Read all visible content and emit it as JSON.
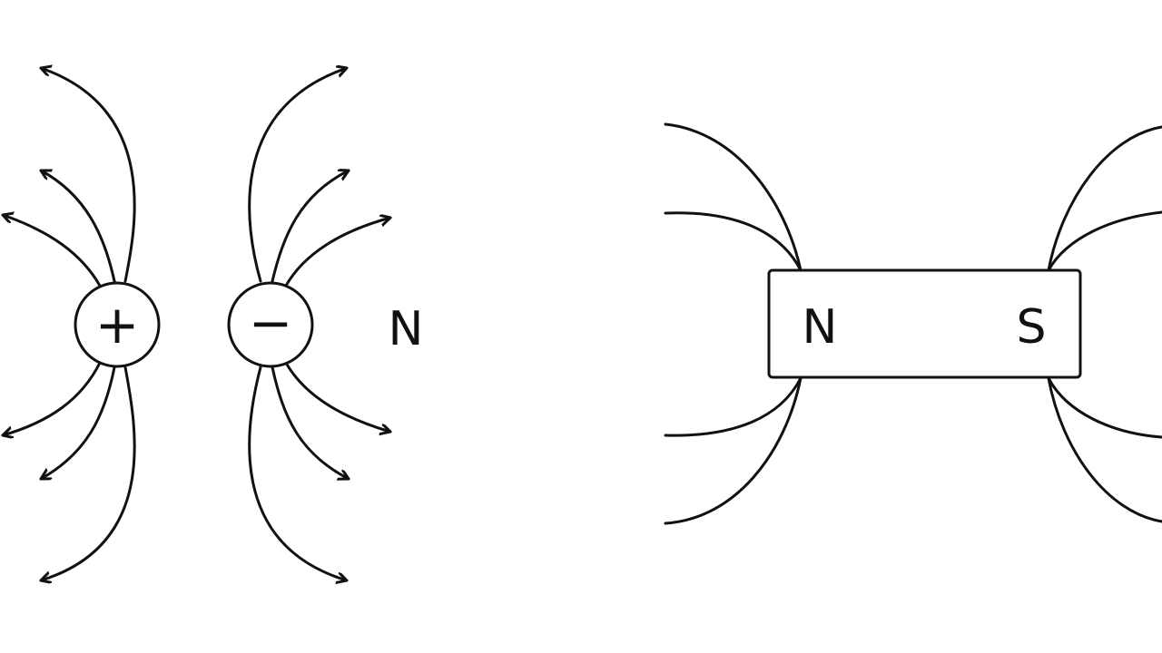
{
  "charges": {
    "positive_symbol": "+",
    "negative_symbol": "−",
    "side_label": "N"
  },
  "magnet": {
    "north_label": "N",
    "south_label": "S"
  },
  "colors": {
    "stroke": "#111111",
    "background": "#ffffff"
  }
}
